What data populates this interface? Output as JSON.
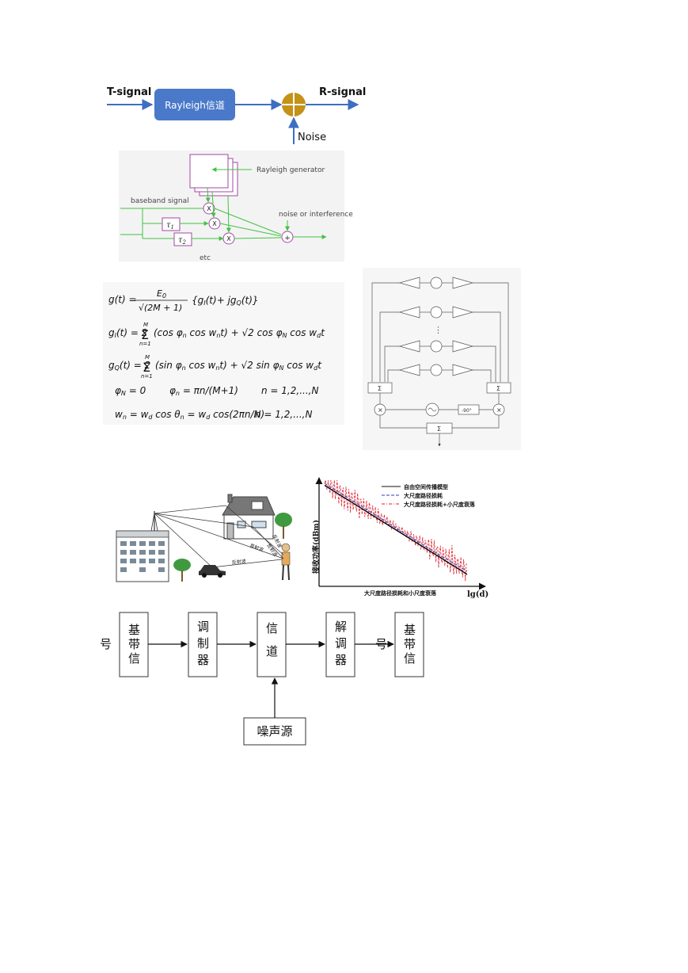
{
  "fig1": {
    "input_label": "T-signal",
    "channel_label": "Rayleigh信道",
    "output_label": "R-signal",
    "noise_label": "Noise",
    "colors": {
      "channel_box": "#4a79c9",
      "adder": "#c39217",
      "arrow": "#3d6fc1"
    }
  },
  "fig2": {
    "generator_label": "Rayleigh generator",
    "input_label": "baseband signal",
    "noise_label": "noise or interference",
    "tau1": "τ",
    "tau1_sub": "1",
    "tau2": "τ",
    "tau2_sub": "2",
    "etc_label": "etc",
    "mult_symbol": "X",
    "sum_symbol": "+",
    "colors": {
      "wire": "#41c341",
      "block": "#a14aa1"
    }
  },
  "equations": {
    "eq1": "g(t) = E₀ / √(2M+1) · {g_I(t) + j g_Q(t)}",
    "eq2": "g_I(t) = 2 Σ_{n=1}^{M} (cos φ_n cos w_n t) + √2 cos φ_N cos w_d t",
    "eq3": "g_Q(t) = 2 Σ_{n=1}^{M} (sin φ_n cos w_n t) + √2 sin φ_N cos w_d t",
    "eq4": "φ_N = 0      φ_n = πn/(M+1)      n = 1,2,...,N",
    "eq5": "w_n = w_d cos θ_n = w_d cos(2πn/N)      n = 1,2,...,N"
  },
  "fig3": {
    "sum_symbol": "Σ",
    "mult_symbol": "×",
    "phase_label": "-90°",
    "dots": "⋮"
  },
  "fig4": {
    "direct_label": "直射波",
    "reflect_label1": "反射波",
    "reflect_label2": "反射波",
    "reflect_label3": "反射波"
  },
  "chart": {
    "ylabel": "接收功率(dBm)",
    "xlabel": "lg(d)",
    "caption": "大尺度路径损耗和小尺度衰落",
    "legend": [
      "自由空间传播模型",
      "大尺度路径损耗",
      "大尺度路径损耗+小尺度衰落"
    ],
    "colors": {
      "free_space": "#000000",
      "large_scale": "#2b3fbf",
      "fading": "#e0202c"
    }
  },
  "chart_data": {
    "type": "line",
    "title": "",
    "xlabel": "lg(d)",
    "ylabel": "接收功率(dBm)",
    "series": [
      {
        "name": "自由空间传播模型",
        "style": "solid",
        "values_norm": [
          [
            0.0,
            0.95
          ],
          [
            1.0,
            0.1
          ]
        ]
      },
      {
        "name": "大尺度路径损耗",
        "style": "dashed",
        "values_norm": [
          [
            0.0,
            0.97
          ],
          [
            0.2,
            0.8
          ],
          [
            0.4,
            0.63
          ],
          [
            0.6,
            0.46
          ],
          [
            0.8,
            0.29
          ],
          [
            1.0,
            0.13
          ]
        ]
      },
      {
        "name": "大尺度路径损耗+小尺度衰落",
        "style": "dash-dot",
        "values_norm": "oscillating around large-scale path loss"
      }
    ]
  },
  "fig5": {
    "blocks": [
      "基带信号",
      "调制器",
      "信道",
      "解调器",
      "基带信号"
    ],
    "noise_block": "噪声源"
  }
}
